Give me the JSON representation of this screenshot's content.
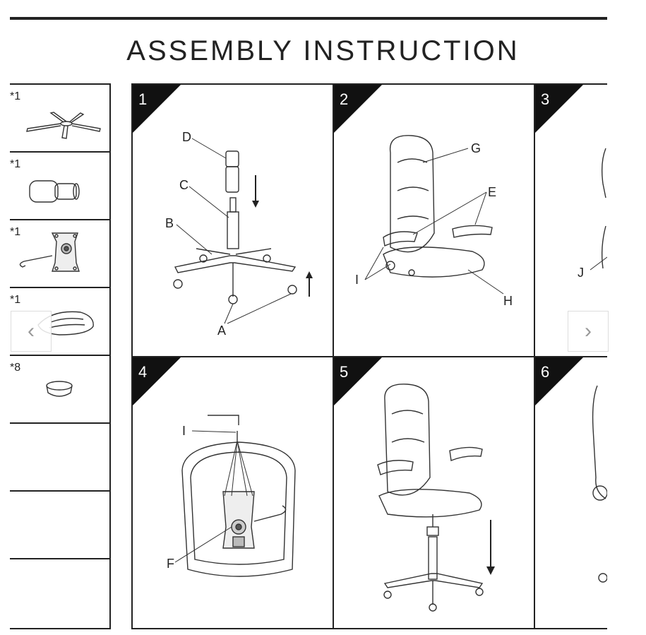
{
  "document": {
    "title": "ASSEMBLY INSTRUCTION"
  },
  "parts": [
    {
      "qty": "*1",
      "icon": "star-base-icon"
    },
    {
      "qty": "*1",
      "icon": "gas-cylinder-cover-icon"
    },
    {
      "qty": "*1",
      "icon": "mechanism-plate-icon"
    },
    {
      "qty": "*1",
      "icon": "seat-cushion-icon"
    },
    {
      "qty": "*8",
      "icon": "cap-icon"
    },
    {
      "qty": "",
      "icon": ""
    },
    {
      "qty": "",
      "icon": ""
    },
    {
      "qty": "",
      "icon": ""
    }
  ],
  "steps": [
    {
      "number": "1",
      "labels": {
        "d": "D",
        "c": "C",
        "b": "B",
        "a": "A"
      }
    },
    {
      "number": "2",
      "labels": {
        "g": "G",
        "e": "E",
        "i": "I",
        "h": "H"
      }
    },
    {
      "number": "3",
      "labels": {
        "j": "J"
      }
    },
    {
      "number": "4",
      "labels": {
        "i": "I",
        "f": "F"
      }
    },
    {
      "number": "5",
      "labels": {}
    },
    {
      "number": "6",
      "labels": {}
    }
  ],
  "carousel": {
    "prev_label": "‹",
    "next_label": "›"
  }
}
